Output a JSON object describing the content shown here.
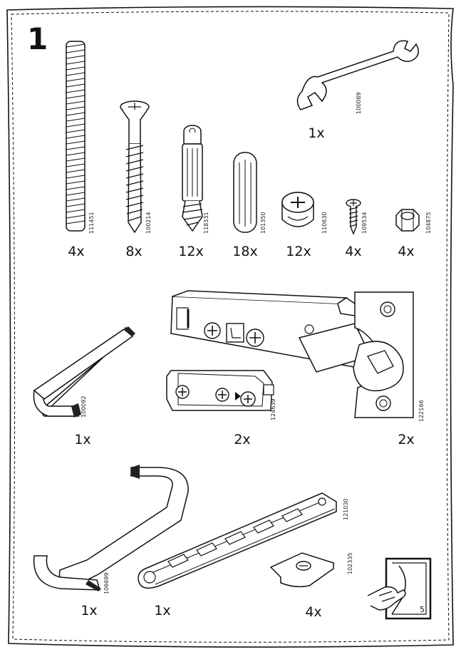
{
  "step": "1",
  "page_number": "5",
  "parts": [
    {
      "name": "threaded-rod",
      "code": "111451",
      "qty": "4x"
    },
    {
      "name": "cam-bolt",
      "code": "100214",
      "qty": "8x"
    },
    {
      "name": "connector-dowel",
      "code": "118331",
      "qty": "12x"
    },
    {
      "name": "wood-dowel",
      "code": "101350",
      "qty": "18x"
    },
    {
      "name": "cam-lock",
      "code": "110630",
      "qty": "12x"
    },
    {
      "name": "screw",
      "code": "109534",
      "qty": "4x"
    },
    {
      "name": "nut",
      "code": "104875",
      "qty": "4x"
    },
    {
      "name": "wrench",
      "code": "100089",
      "qty": "1x"
    },
    {
      "name": "allen-key",
      "code": "100092",
      "qty": "1x"
    },
    {
      "name": "hinge-mount-plate",
      "code": "124639",
      "qty": "2x"
    },
    {
      "name": "hinge",
      "code": "122166",
      "qty": "2x"
    },
    {
      "name": "offset-key",
      "code": "106699",
      "qty": "1x"
    },
    {
      "name": "tool-bar",
      "code": "121030",
      "qty": "1x"
    },
    {
      "name": "clip",
      "code": "102335",
      "qty": "4x"
    }
  ]
}
